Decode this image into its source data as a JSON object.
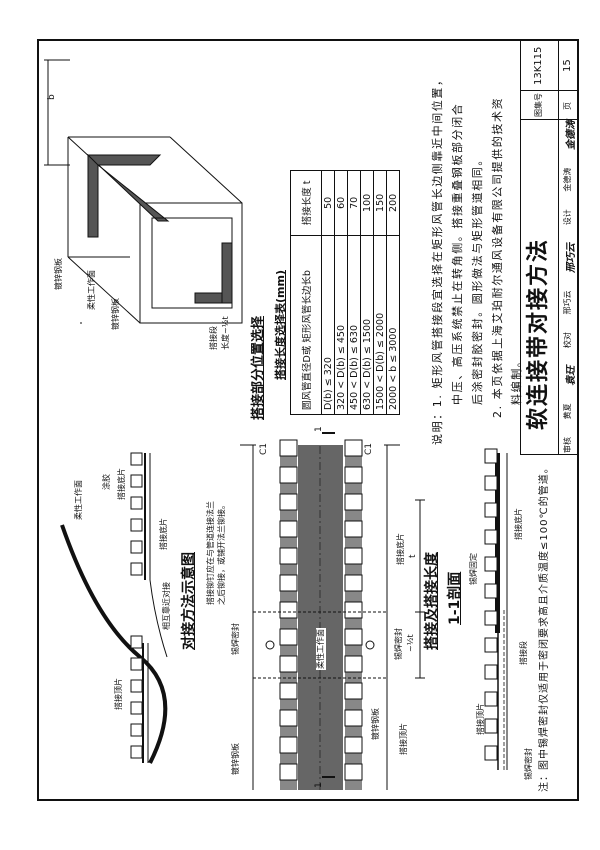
{
  "drawing": {
    "title": "软连接带对接方法",
    "atlas_number_label": "图集号",
    "atlas_number": "13K115",
    "page_label": "页",
    "page_number": "15",
    "signatures": [
      {
        "role": "审核",
        "name": "黄夏",
        "signed": "袁玨"
      },
      {
        "role": "校对",
        "name": "邢巧云",
        "signed": "邢巧云"
      },
      {
        "role": "设计",
        "name": "金德涛",
        "signed": "金德涛"
      }
    ]
  },
  "position_section": {
    "heading": "搭接部分位置选择",
    "labels": {
      "dim_b": "b",
      "plate1": "镀锌钢板",
      "flex_face": "柔性工作面",
      "plate2": "镀锌钢板",
      "overlap_seg": "搭接段",
      "overlap_len": "长度~½t"
    }
  },
  "length_table": {
    "title": "搭接长度选择表(mm)",
    "headers": [
      "圆风管直径D或 矩形风管长边长b",
      "搭接长度 t"
    ],
    "rows": [
      [
        "D(b) ≤ 320",
        "50"
      ],
      [
        "320 < D(b) ≤ 450",
        "60"
      ],
      [
        "450 < D(b) ≤ 630",
        "70"
      ],
      [
        "630 < D(b) ≤ 1500",
        "100"
      ],
      [
        "1500 < D(b) ≤ 2000",
        "150"
      ],
      [
        "2000 < b ≤ 3000",
        "200"
      ]
    ]
  },
  "notes": [
    "说明：1. 矩形风管搭接段宜选择在矩形风管长边侧靠近中间位置，",
    "中压、高压系统禁止在转角侧。搭接重叠钢板部分闭合",
    "后涂密封胶密封。圆形做法与矩形管道相同。",
    "2. 本页依据上海艾珀耐尔通风设备有限公司提供的技术资",
    "料编制。"
  ],
  "butt_joint_schematic": {
    "heading": "对接方法示意图",
    "labels": {
      "flex_face": "柔性工作面",
      "glue": "涂胶",
      "base_sheet": "搭接底片",
      "base_sheet2": "搭接底片",
      "mutual": "相互靠近对接",
      "top_sheet": "搭接顶片",
      "rivet_note": "搭接铆钉应在与管道连接法兰之后铆接，或铺开法兰铆接。",
      "solder_seal": "锡焊密封",
      "plate": "镀锌钢板"
    }
  },
  "overlap_section": {
    "heading": "搭接及搭接长度",
    "labels": {
      "c1_left": "C1",
      "c1_right": "C1",
      "base_sheet": "搭接底片",
      "t": "t",
      "solder": "锡焊密封",
      "half_t": "~½t",
      "flex_face": "柔性工作面",
      "plate": "镀锌钢板",
      "top_sheet": "搭接顶片",
      "section_mark": "1"
    }
  },
  "section_1_1": {
    "heading": "1-1剖面",
    "labels": {
      "solder_fix": "锡焊固定",
      "base_sheet": "搭接底片",
      "top_sheet": "搭接顶片",
      "overlap_seg": "搭接段",
      "solder_seal": "锡焊密封"
    }
  },
  "footnote": "注：图中锡焊密封仅适用于密闭要求高且介质温度≤100℃的管道。"
}
